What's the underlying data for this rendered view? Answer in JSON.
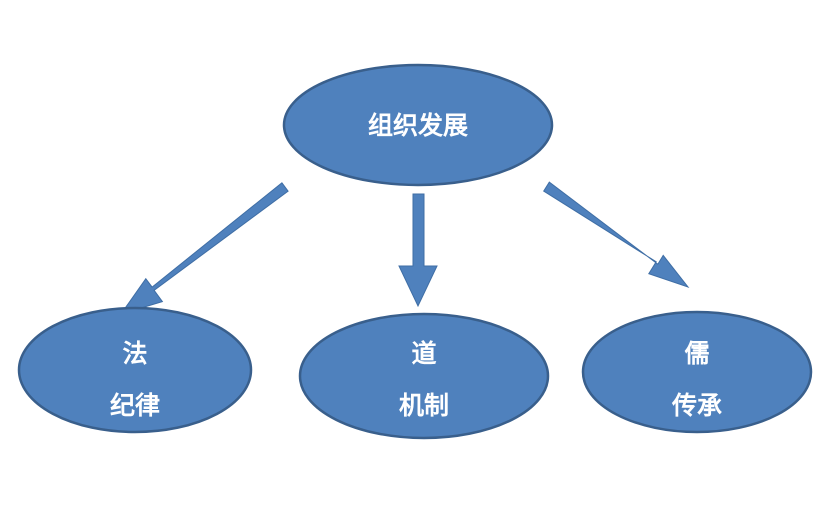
{
  "diagram": {
    "root": {
      "label": "组织发展"
    },
    "children": [
      {
        "line1": "法",
        "line2": "纪律"
      },
      {
        "line1": "道",
        "line2": "机制"
      },
      {
        "line1": "儒",
        "line2": "传承"
      }
    ]
  },
  "colors": {
    "node_fill": "#4f81bd",
    "node_stroke": "#395f8c",
    "text": "#ffffff",
    "background": "#ffffff"
  }
}
